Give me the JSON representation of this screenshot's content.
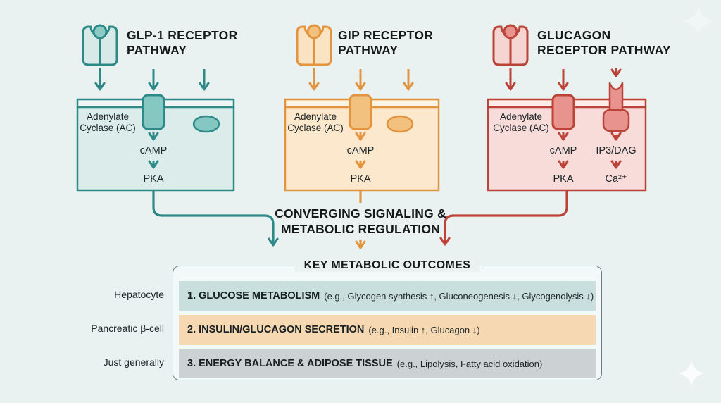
{
  "pathways": [
    {
      "title_line1": "GLP-1 RECEPTOR",
      "title_line2": "PATHWAY",
      "enzyme_label": "Adenylate Cyclase (AC)",
      "messenger": "cAMP",
      "kinase": "PKA",
      "color": "#2e8a88",
      "panel_fill": "#dcecea"
    },
    {
      "title_line1": "GIP RECEPTOR",
      "title_line2": "PATHWAY",
      "enzyme_label": "Adenylate Cyclase (AC)",
      "messenger": "cAMP",
      "kinase": "PKA",
      "color": "#e2943e",
      "panel_fill": "#fbe8cd"
    },
    {
      "title_line1": "GLUCAGON",
      "title_line2": "RECEPTOR PATHWAY",
      "enzyme_label": "Adenylate Cyclase (AC)",
      "messenger": "cAMP",
      "kinase": "PKA",
      "second_messenger": "IP3/DAG",
      "ion": "Ca²⁺",
      "color": "#bb4338",
      "panel_fill": "#f8dcda"
    }
  ],
  "converging": {
    "line1": "CONVERGING SIGNALING &",
    "line2": "METABOLIC REGULATION"
  },
  "outcomes": {
    "title": "KEY METABOLIC OUTCOMES",
    "rows": [
      {
        "label": "Hepatocyte",
        "heading": "1. GLUCOSE METABOLISM",
        "detail": "(e.g., Glycogen synthesis ↑, Gluconeogenesis ↓, Glycogenolysis ↓)",
        "bg": "#c9dfde"
      },
      {
        "label": "Pancreatic β-cell",
        "heading": "2. INSULIN/GLUCAGON SECRETION",
        "detail": "(e.g., Insulin ↑, Glucagon ↓)",
        "bg": "#f6d9b2"
      },
      {
        "label": "Just generally",
        "heading": "3. ENERGY BALANCE & ADIPOSE TISSUE",
        "detail": "(e.g., Lipolysis, Fatty acid oxidation)",
        "bg": "#ccd2d4"
      }
    ]
  },
  "colors": {
    "background": "#e9f2f1",
    "teal": "#2e8a88",
    "orange": "#e2943e",
    "red": "#bb4338",
    "box_border": "#6b7e83",
    "text": "#15191a"
  },
  "icons": {
    "receptor": "receptor-icon",
    "sparkle": "sparkle-icon"
  }
}
